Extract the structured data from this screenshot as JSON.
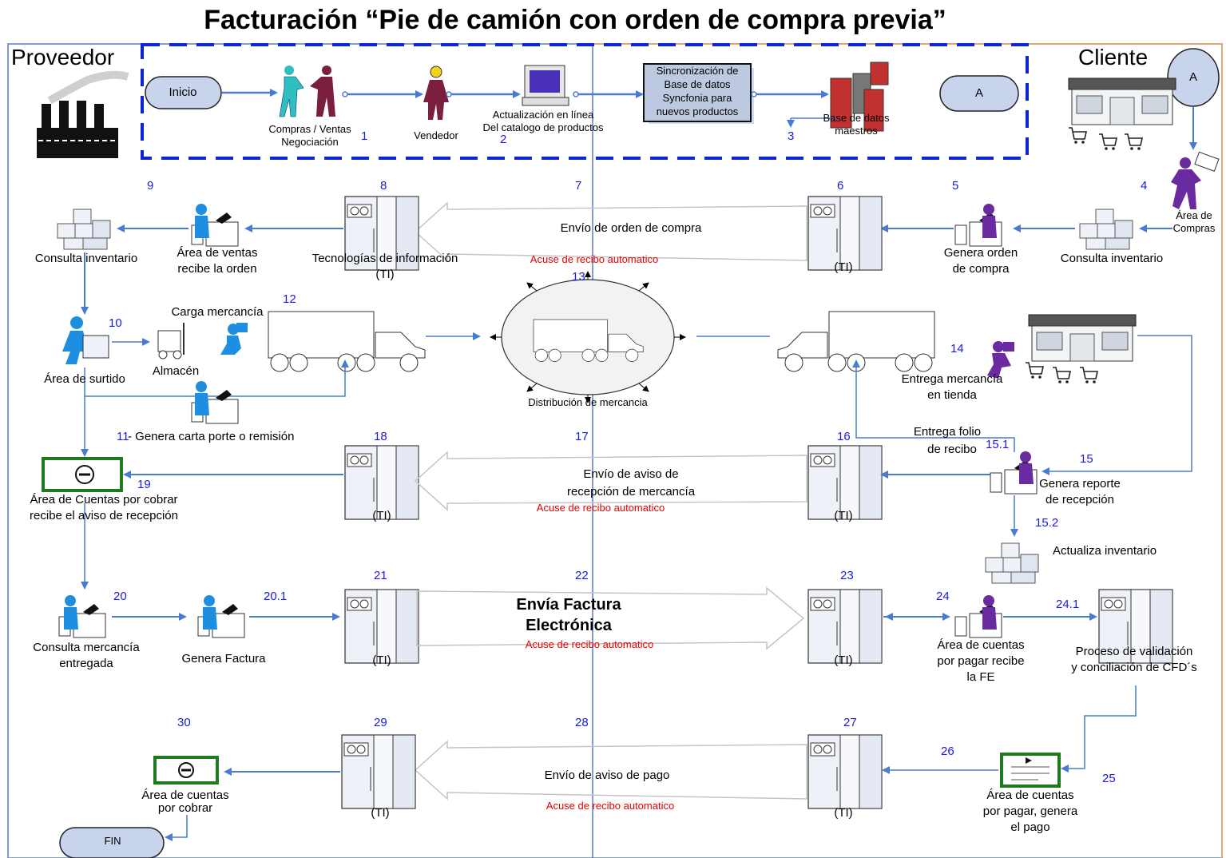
{
  "title": "Facturación “Pie de camión con orden de compra previa”",
  "lanes": {
    "left": "Proveedor",
    "right": "Cliente"
  },
  "terminals": {
    "start": "Inicio",
    "a_box": "A",
    "a_circle": "A",
    "end": "FIN"
  },
  "top_flow": {
    "step1_label": [
      "Compras / Ventas",
      "Negociación"
    ],
    "step1_num": "1",
    "seller": "Vendedor",
    "step2_label": [
      "Actualización en línea",
      "Del catalogo de productos"
    ],
    "step2_num": "2",
    "sync_box": [
      "Sincronización de",
      "Base de datos",
      "Syncfonia para",
      "nuevos productos"
    ],
    "db_label": [
      "Base de datos",
      "maestros"
    ],
    "step3_num": "3"
  },
  "row1": {
    "n4": "4",
    "compras": [
      "Área de",
      "Compras"
    ],
    "n5": "5",
    "genera_oc": [
      "Genera orden",
      "de compra"
    ],
    "consulta_inv_cliente": "Consulta inventario",
    "n6": "6",
    "ti6": "(TI)",
    "n7": "7",
    "envio_oc": "Envío de orden de compra",
    "acuse1": "Acuse de recibo automatico",
    "n8": "8",
    "ti8": [
      "Tecnologías de información",
      "(TI)"
    ],
    "ventas": [
      "Área de ventas",
      "recibe la orden"
    ],
    "n9": "9",
    "consulta_inv_prov": "Consulta inventario"
  },
  "row2": {
    "n10": "10",
    "surtido": "Área de surtido",
    "almacen": "Almacén",
    "carga": "Carga mercancía",
    "n11": "11",
    "carta_porte": " - Genera carta porte o remisión",
    "n12": "12",
    "n13": "13",
    "distribucion": "Distribución de mercancia",
    "n14": "14",
    "entrega_tienda": [
      "Entrega mercancía",
      "en tienda"
    ]
  },
  "row3": {
    "n15": "15",
    "reporte": [
      "Genera reporte",
      "de recepción"
    ],
    "n151": "15.1",
    "folio": [
      "Entrega folio",
      "de recibo"
    ],
    "n152": "15.2",
    "actualiza": "Actualiza inventario",
    "n16": "16",
    "ti16": "(TI)",
    "n17": "17",
    "aviso_rec": [
      "Envío de aviso de",
      "recepción de mercancía"
    ],
    "acuse2": "Acuse de recibo automatico",
    "n18": "18",
    "ti18": "(TI)",
    "n19": "19",
    "cxc_recibe": [
      "Área de Cuentas por cobrar",
      "recibe el aviso de recepción"
    ]
  },
  "row4": {
    "n20": "20",
    "consulta_merc": [
      "Consulta mercancía",
      "entregada"
    ],
    "n201": "20.1",
    "genera_factura": "Genera Factura",
    "n21": "21",
    "ti21": "(TI)",
    "n22": "22",
    "envia_fe": [
      "Envía Factura",
      "Electrónica"
    ],
    "acuse3": "Acuse de recibo automatico",
    "n23": "23",
    "ti23": "(TI)",
    "n24": "24",
    "cxp_recibe": [
      "Área de cuentas",
      "por pagar recibe",
      "la FE"
    ],
    "n241": "24.1",
    "validacion": [
      "Proceso de validación",
      "y conciliación de CFD´s"
    ]
  },
  "row5": {
    "n25": "25",
    "cxp_pago": [
      "Área de cuentas",
      "por pagar, genera",
      "el pago"
    ],
    "n26": "26",
    "n27": "27",
    "ti27": "(TI)",
    "n28": "28",
    "aviso_pago": "Envío de aviso de pago",
    "acuse4": "Acuse de recibo automatico",
    "n29": "29",
    "ti29": "(TI)",
    "n30": "30",
    "cxc": [
      "Área de cuentas",
      "por cobrar"
    ]
  },
  "colors": {
    "flow": "#4a7bd0",
    "number": "#1a1ae6",
    "red": "#e60000",
    "dash": "#0b24d6",
    "person_teal": "#2fbfbf",
    "person_maroon": "#7a1f3d",
    "person_purple": "#6a2aa0",
    "person_blue": "#1e8fe0",
    "orange_border": "#f0a050"
  }
}
